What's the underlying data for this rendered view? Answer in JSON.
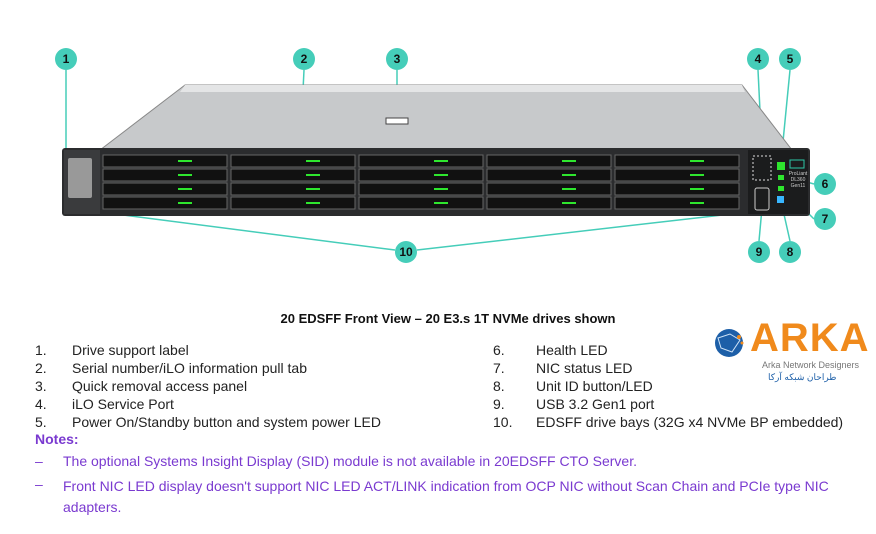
{
  "callouts": [
    "1",
    "2",
    "3",
    "4",
    "5",
    "6",
    "7",
    "8",
    "9",
    "10"
  ],
  "figure_title": "20 EDSFF Front View – 20 E3.s 1T NVMe drives shown",
  "legend_left": [
    {
      "num": "1.",
      "text": "Drive support label"
    },
    {
      "num": "2.",
      "text": "Serial number/iLO information pull tab"
    },
    {
      "num": "3.",
      "text": "Quick removal access panel"
    },
    {
      "num": "4.",
      "text": "iLO Service Port"
    },
    {
      "num": "5.",
      "text": "Power On/Standby button and system power LED"
    }
  ],
  "legend_right": [
    {
      "num": "6.",
      "text": "Health LED"
    },
    {
      "num": "7.",
      "text": "NIC status LED"
    },
    {
      "num": "8.",
      "text": "Unit ID button/LED"
    },
    {
      "num": "9.",
      "text": "USB 3.2 Gen1 port"
    },
    {
      "num": "10.",
      "text": "EDSFF drive bays (32G x4 NVMe BP embedded)"
    }
  ],
  "notes": {
    "heading": "Notes:",
    "items": [
      {
        "dash": "–",
        "text": "The optional Systems Insight Display (SID) module is not available in 20EDSFF CTO Server."
      },
      {
        "dash": "–",
        "text": "Front NIC LED display doesn't support NIC LED ACT/LINK indication from OCP NIC without Scan Chain and PCIe type NIC adapters."
      }
    ]
  },
  "logo": {
    "name": "ARKA",
    "subtitle": "Arka Network Designers",
    "subtitle_fa": "طراحان شبکه آرکا"
  },
  "server_label": "ProLiant DL360 Gen11",
  "colors": {
    "callout": "#45cdb9",
    "notes": "#7a3ad0",
    "logo_orange": "#f08a1c",
    "logo_blue": "#1d5fa8",
    "led_green": "#2ee62e",
    "led_blue": "#38b6ff"
  }
}
